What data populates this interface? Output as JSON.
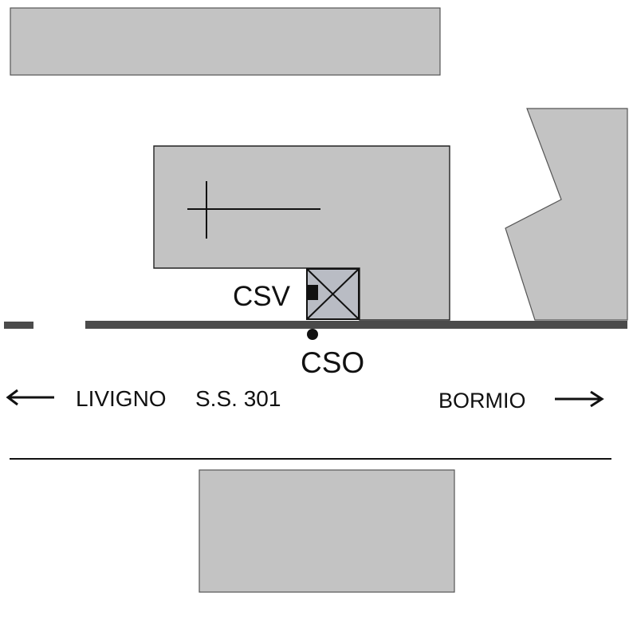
{
  "labels": {
    "csv": "CSV",
    "cso": "CSO",
    "road": "S.S. 301",
    "left_destination": "LIVIGNO",
    "right_destination": "BORMIO"
  },
  "colors": {
    "building_fill": "#c3c3c3",
    "road": "#4b4b4b",
    "outline": "#222222",
    "station_box": "#b9bcc4"
  },
  "icons": {
    "left_arrow": "left-arrow-icon",
    "right_arrow": "right-arrow-icon",
    "station_point": "filled-circle-icon",
    "station_box": "crossed-box-icon",
    "cross": "cross-icon"
  }
}
